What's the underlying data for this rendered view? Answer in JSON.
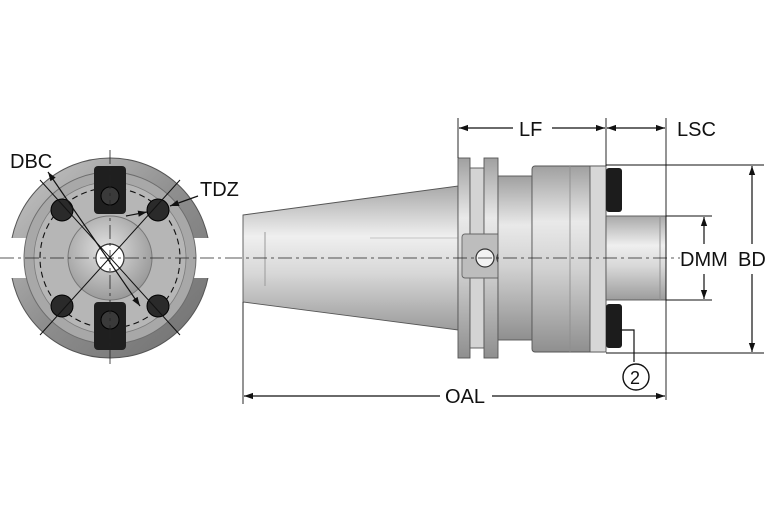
{
  "labels": {
    "dbc": "DBC",
    "tdz": "TDZ",
    "lf": "LF",
    "lsc": "LSC",
    "dmm": "DMM",
    "bd": "BD",
    "oal": "OAL",
    "callout": "2"
  },
  "colors": {
    "metal_light": "#e6e6e6",
    "metal_mid": "#b9b9b9",
    "metal_dark": "#8a8a8a",
    "screw_black": "#1a1a1a",
    "line": "#111111"
  }
}
